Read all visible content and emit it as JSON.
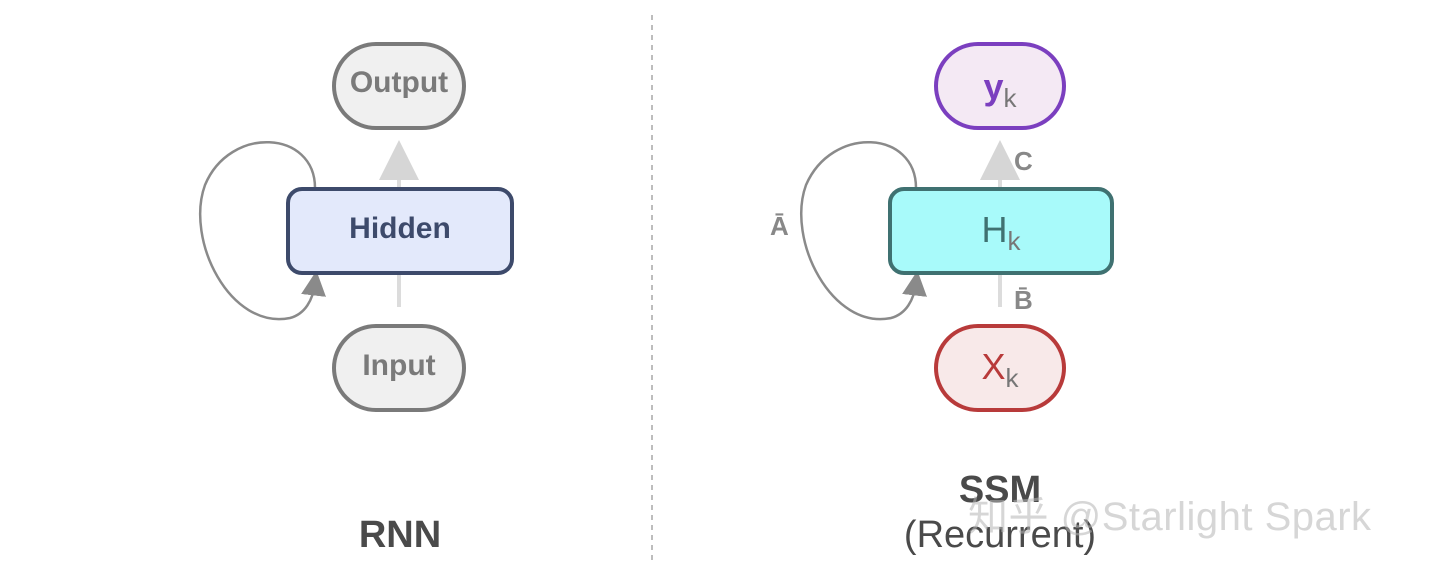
{
  "rnn": {
    "output_label": "Output",
    "hidden_label": "Hidden",
    "input_label": "Input",
    "caption": "RNN"
  },
  "ssm": {
    "output_main": "y",
    "output_sub": "k",
    "hidden_main": "H",
    "hidden_sub": "k",
    "input_main": "X",
    "input_sub": "k",
    "edge_c": "C",
    "edge_b": "B̄",
    "edge_a": "Ā",
    "caption": "SSM",
    "caption_sub": "(Recurrent)"
  },
  "watermark": "知乎 @Starlight Spark",
  "colors": {
    "rnn_hidden_fill": "#e3e9fb",
    "rnn_hidden_border": "#3d4a6b",
    "gray_node_fill": "#f0f0f0",
    "gray_node_border": "#7a7a7a",
    "ssm_y_fill": "#f4e9f4",
    "ssm_y_border": "#7b3fbf",
    "ssm_h_fill": "#a8fafa",
    "ssm_h_border": "#3f7171",
    "ssm_x_fill": "#f8e9e9",
    "ssm_x_border": "#b83a3a"
  }
}
